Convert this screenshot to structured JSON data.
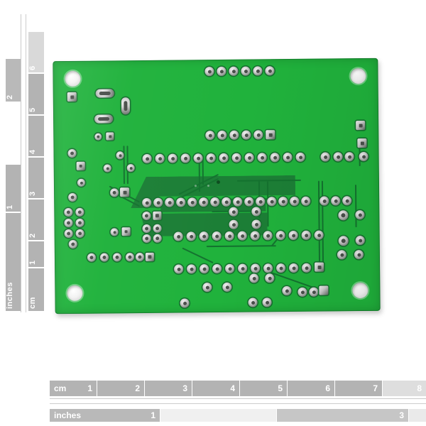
{
  "scene": {
    "subject": "printed-circuit-board",
    "description": "Green bare PCB photographed from above on a white background with measurement rulers",
    "background_color": "#ffffff"
  },
  "pcb": {
    "solder_mask_color": "#20b23c",
    "copper_pour_color": "#1c7f36",
    "trace_color": "#14722f",
    "pad_color": "#cfcfcf",
    "mounting_hole_color": "#f3f3f3",
    "mounting_hole_count": 4,
    "shape": "rectangle",
    "rotation_degrees": -0.55
  },
  "ruler_left": {
    "unit_label_cm": "cm",
    "unit_label_inches": "inches",
    "cm_ticks": [
      "1",
      "2",
      "3",
      "4",
      "5",
      "6"
    ],
    "inch_ticks": [
      "1",
      "2"
    ],
    "band_color_dark": "#b3b3b3",
    "band_color_light": "#d9d9d9",
    "orientation": "vertical"
  },
  "ruler_bottom": {
    "unit_label_cm": "cm",
    "unit_label_inches": "inches",
    "cm_ticks": [
      "1",
      "2",
      "3",
      "4",
      "5",
      "6",
      "7",
      "8"
    ],
    "inch_ticks": [
      "1",
      "3"
    ],
    "band_color_dark": "#b3b3b3",
    "band_color_light": "#d9d9d9",
    "orientation": "horizontal"
  }
}
